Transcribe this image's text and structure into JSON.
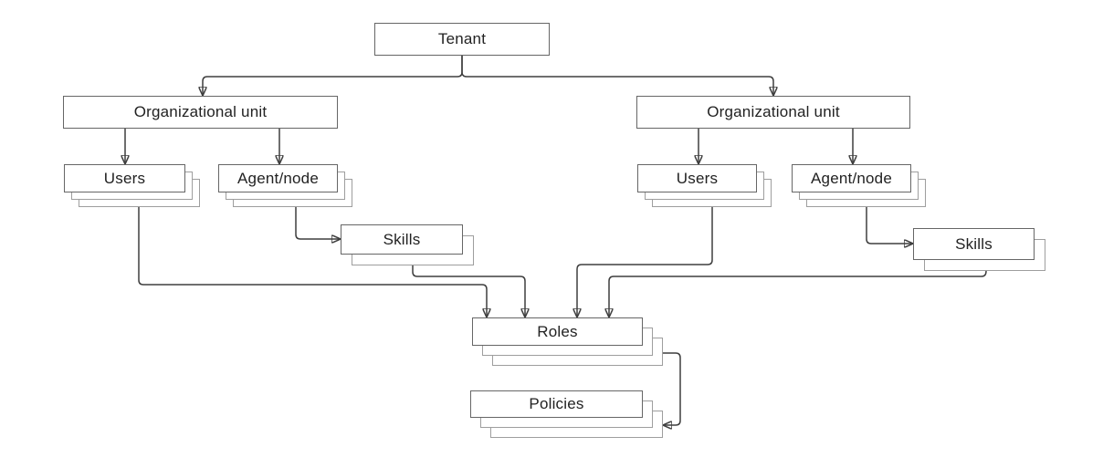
{
  "diagram": {
    "type": "hierarchy",
    "background": "#ffffff",
    "nodes": {
      "tenant": {
        "label": "Tenant"
      },
      "ou_left": {
        "label": "Organizational unit"
      },
      "ou_right": {
        "label": "Organizational unit"
      },
      "users_left": {
        "label": "Users"
      },
      "agent_left": {
        "label": "Agent/node"
      },
      "users_right": {
        "label": "Users"
      },
      "agent_right": {
        "label": "Agent/node"
      },
      "skills_left": {
        "label": "Skills"
      },
      "skills_right": {
        "label": "Skills"
      },
      "roles": {
        "label": "Roles"
      },
      "policies": {
        "label": "Policies"
      }
    },
    "stacked_nodes": [
      "users_left",
      "agent_left",
      "users_right",
      "agent_right",
      "skills_left",
      "skills_right",
      "roles",
      "policies"
    ],
    "edges": [
      {
        "from": "tenant",
        "to": "ou_left"
      },
      {
        "from": "tenant",
        "to": "ou_right"
      },
      {
        "from": "ou_left",
        "to": "users_left"
      },
      {
        "from": "ou_left",
        "to": "agent_left"
      },
      {
        "from": "ou_right",
        "to": "users_right"
      },
      {
        "from": "ou_right",
        "to": "agent_right"
      },
      {
        "from": "agent_left",
        "to": "skills_left"
      },
      {
        "from": "agent_right",
        "to": "skills_right"
      },
      {
        "from": "users_left",
        "to": "roles"
      },
      {
        "from": "skills_left",
        "to": "roles"
      },
      {
        "from": "users_right",
        "to": "roles"
      },
      {
        "from": "skills_right",
        "to": "roles"
      },
      {
        "from": "roles",
        "to": "policies"
      }
    ],
    "colors": {
      "box_border": "#666666",
      "stack_border": "#9e9e9e",
      "connector": "#3e3e3e",
      "text": "#222222"
    }
  }
}
